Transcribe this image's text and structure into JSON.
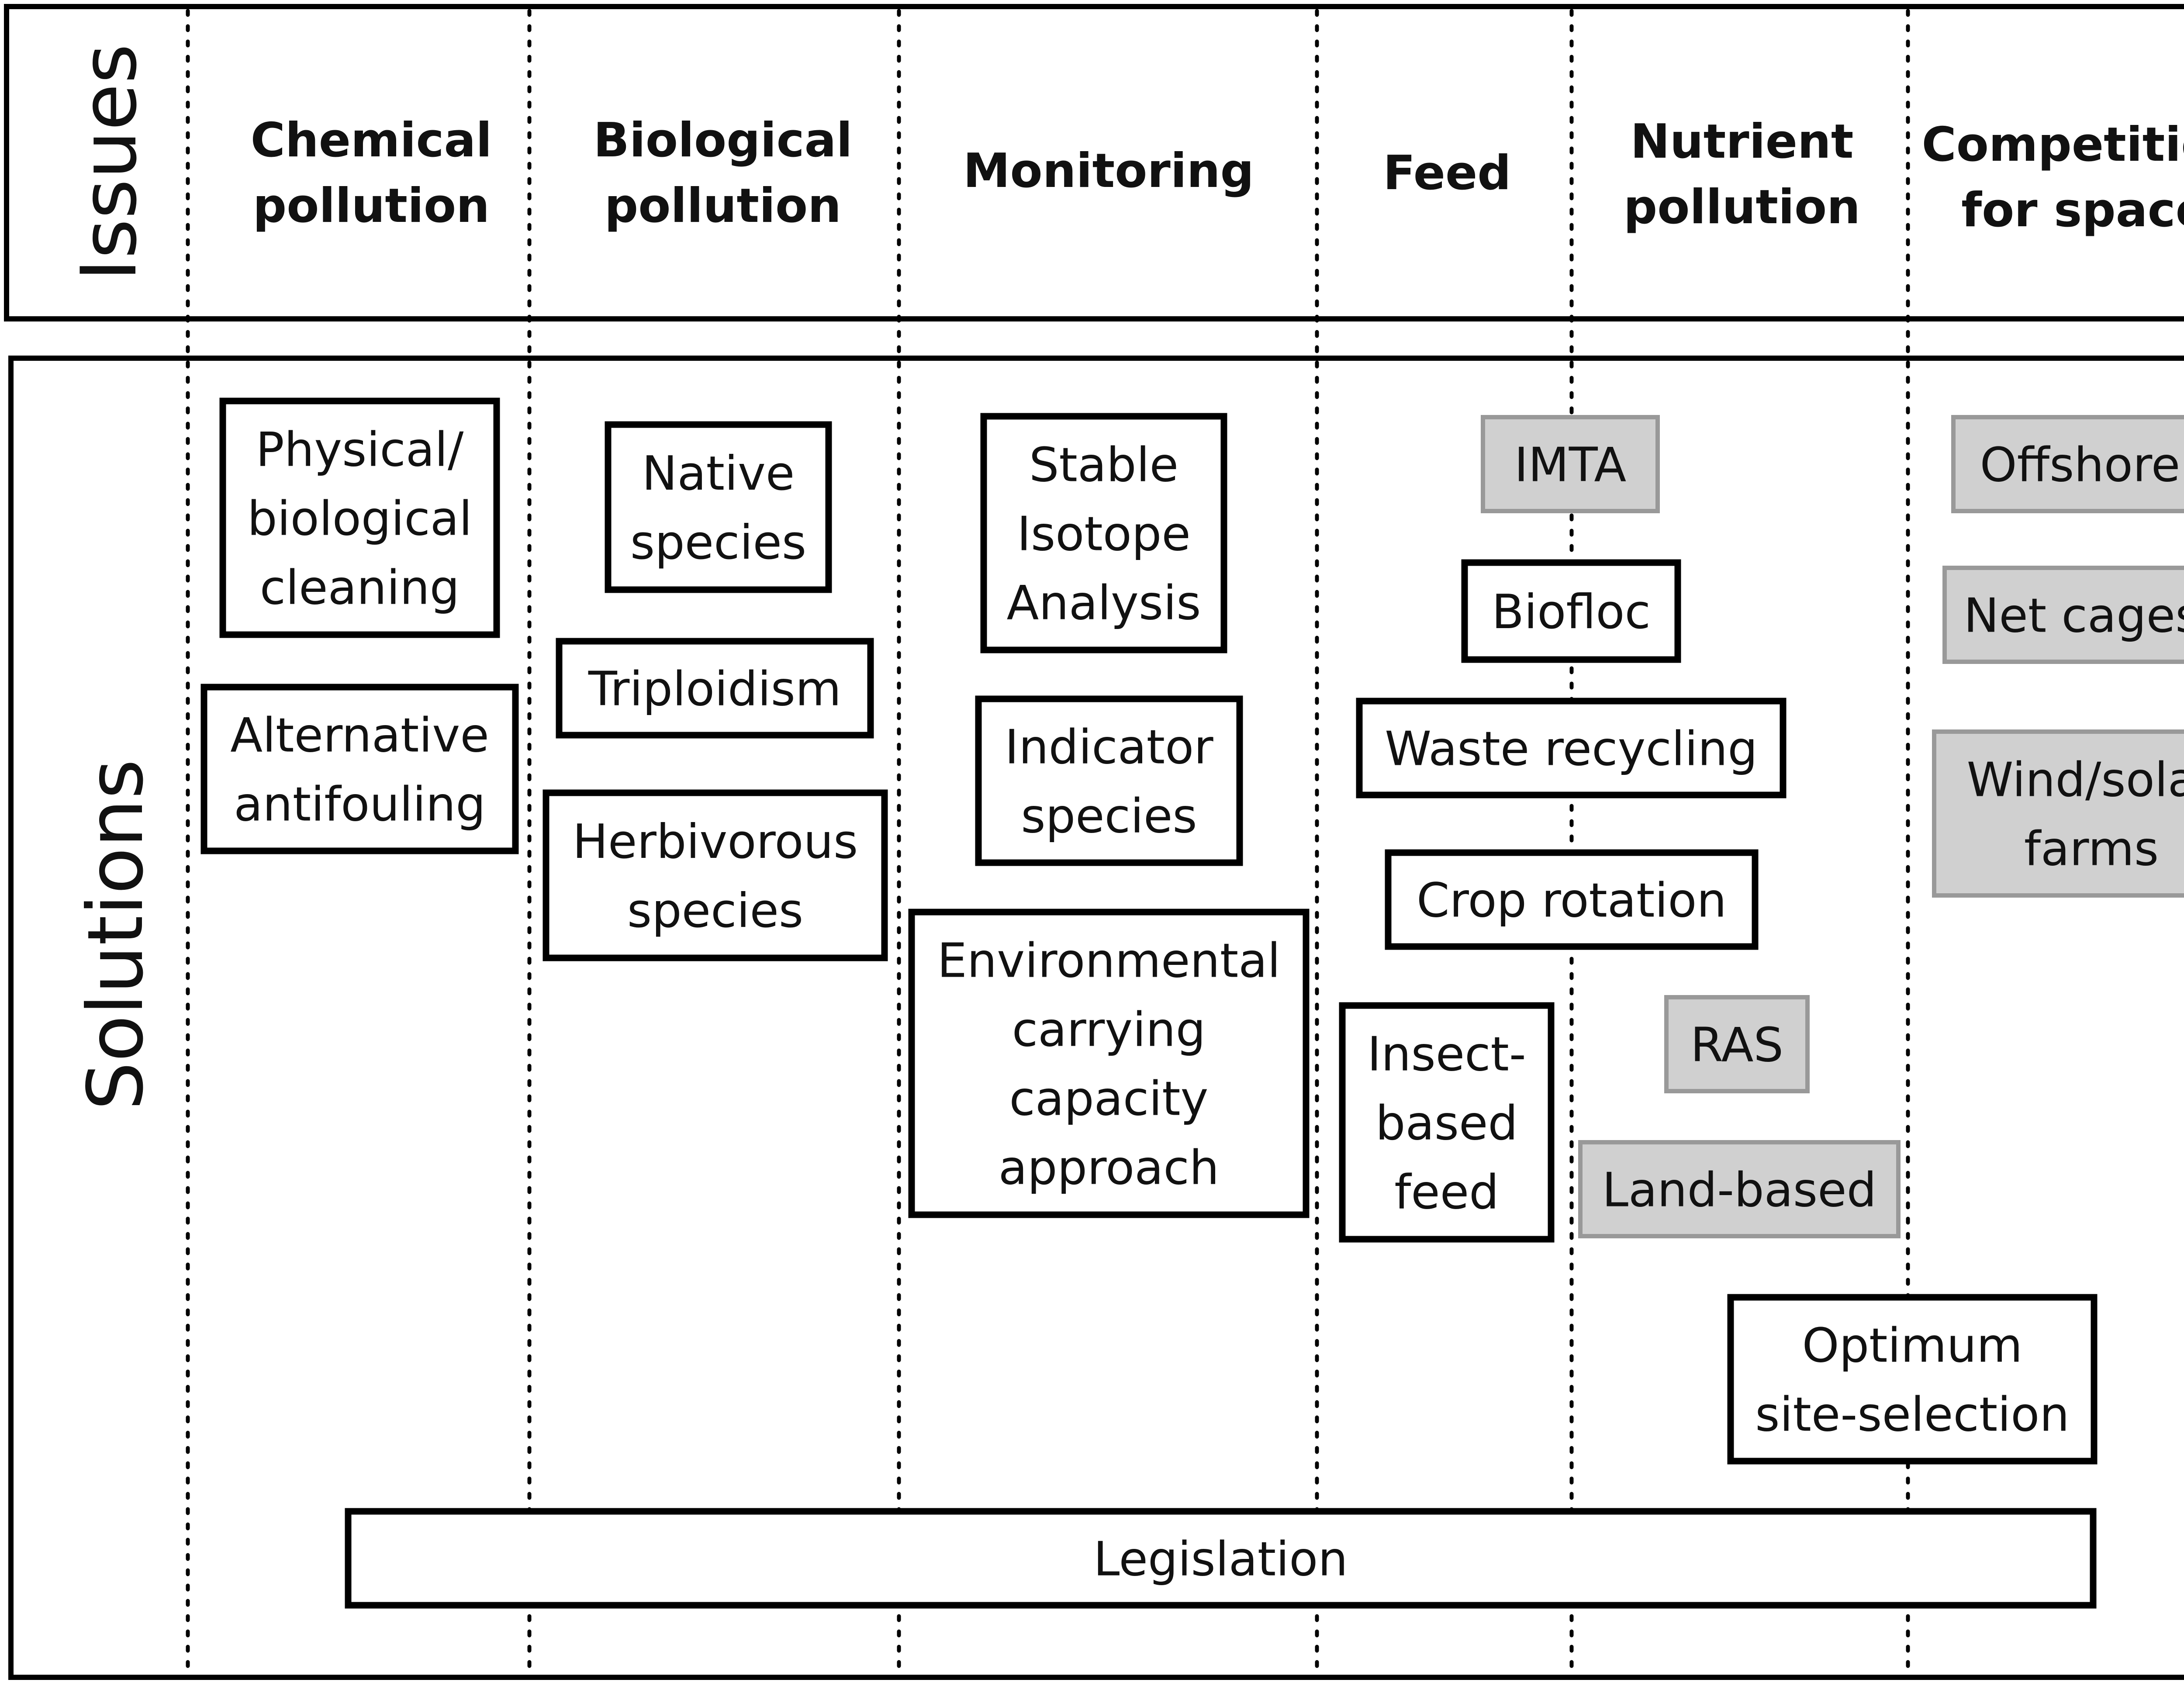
{
  "issues_label": "Issues",
  "solutions_label": "Solutions",
  "columns": [
    {
      "id": "chemical",
      "lines": [
        "Chemical",
        "pollution"
      ]
    },
    {
      "id": "biological",
      "lines": [
        "Biological",
        "pollution"
      ]
    },
    {
      "id": "monitoring",
      "lines": [
        "Monitoring"
      ]
    },
    {
      "id": "feed",
      "lines": [
        "Feed"
      ]
    },
    {
      "id": "nutrient",
      "lines": [
        "Nutrient",
        "pollution"
      ]
    },
    {
      "id": "competition",
      "lines": [
        "Competition",
        "for space"
      ]
    }
  ],
  "solutions": [
    {
      "id": "physical-biological-cleaning",
      "lines": [
        "Physical/",
        "biological",
        "cleaning"
      ],
      "style": "white"
    },
    {
      "id": "alternative-antifouling",
      "lines": [
        "Alternative",
        "antifouling"
      ],
      "style": "white"
    },
    {
      "id": "native-species",
      "lines": [
        "Native",
        "species"
      ],
      "style": "white"
    },
    {
      "id": "triploidism",
      "lines": [
        "Triploidism"
      ],
      "style": "white"
    },
    {
      "id": "herbivorous-species",
      "lines": [
        "Herbivorous",
        "species"
      ],
      "style": "white"
    },
    {
      "id": "stable-isotope-analysis",
      "lines": [
        "Stable",
        "Isotope",
        "Analysis"
      ],
      "style": "white"
    },
    {
      "id": "indicator-species",
      "lines": [
        "Indicator",
        "species"
      ],
      "style": "white"
    },
    {
      "id": "environmental-carrying-capacity",
      "lines": [
        "Environmental",
        "carrying",
        "capacity",
        "approach"
      ],
      "style": "white"
    },
    {
      "id": "imta",
      "lines": [
        "IMTA"
      ],
      "style": "grey"
    },
    {
      "id": "biofloc",
      "lines": [
        "Biofloc"
      ],
      "style": "white"
    },
    {
      "id": "waste-recycling",
      "lines": [
        "Waste recycling"
      ],
      "style": "white"
    },
    {
      "id": "crop-rotation",
      "lines": [
        "Crop rotation"
      ],
      "style": "white"
    },
    {
      "id": "insect-based-feed",
      "lines": [
        "Insect-",
        "based",
        "feed"
      ],
      "style": "white"
    },
    {
      "id": "ras",
      "lines": [
        "RAS"
      ],
      "style": "grey"
    },
    {
      "id": "land-based",
      "lines": [
        "Land-based"
      ],
      "style": "grey"
    },
    {
      "id": "offshore",
      "lines": [
        "Offshore"
      ],
      "style": "grey"
    },
    {
      "id": "net-cages",
      "lines": [
        "Net cages"
      ],
      "style": "grey"
    },
    {
      "id": "wind-solar-farms",
      "lines": [
        "Wind/solar",
        "farms"
      ],
      "style": "grey"
    },
    {
      "id": "optimum-site-selection",
      "lines": [
        "Optimum",
        "site-selection"
      ],
      "style": "white"
    },
    {
      "id": "legislation",
      "lines": [
        "Legislation"
      ],
      "style": "white"
    }
  ]
}
